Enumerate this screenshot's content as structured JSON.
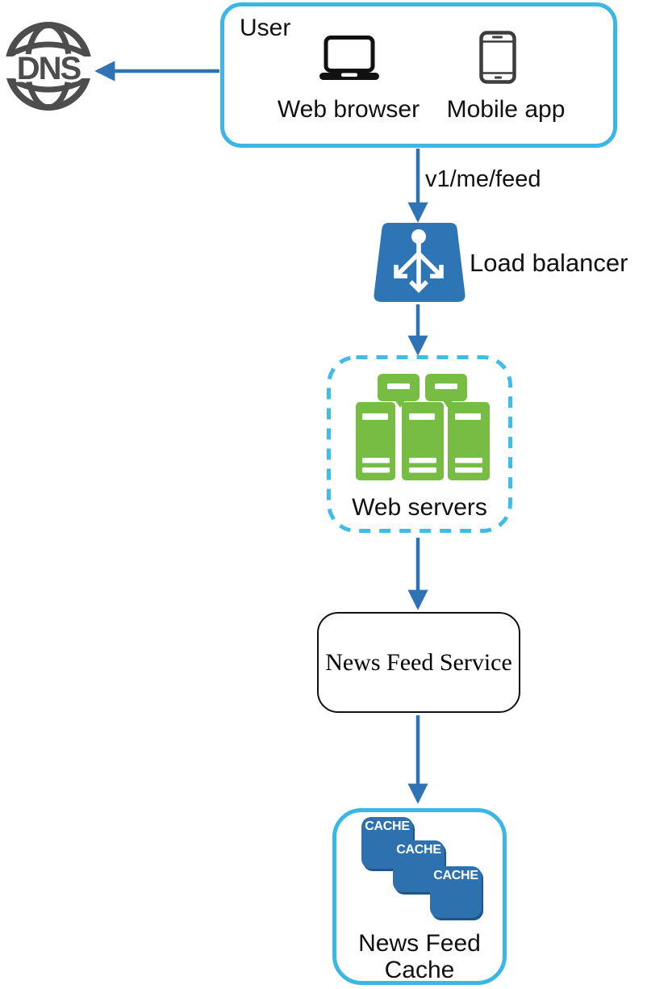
{
  "colors": {
    "box_border_cyan": "#3ab7e5",
    "dashed_border_cyan": "#41bce7",
    "arrow_blue": "#2e74b5",
    "load_balancer_blue": "#2e75b6",
    "cache_blue": "#2d71ae",
    "server_green": "#77bd43",
    "dns_gray": "#4d4d4d"
  },
  "diagram": {
    "dns": {
      "label": "DNS"
    },
    "user_box": {
      "title": "User",
      "devices": [
        {
          "label": "Web browser",
          "icon": "laptop-icon"
        },
        {
          "label": "Mobile app",
          "icon": "smartphone-icon"
        }
      ]
    },
    "request_label": "v1/me/feed",
    "load_balancer": {
      "label": "Load balancer"
    },
    "web_servers": {
      "label": "Web servers"
    },
    "news_feed_service": {
      "label": "News Feed Service"
    },
    "news_feed_cache": {
      "label_line1": "News Feed",
      "label_line2": "Cache",
      "badges": [
        "CACHE",
        "CACHE",
        "CACHE"
      ]
    }
  }
}
